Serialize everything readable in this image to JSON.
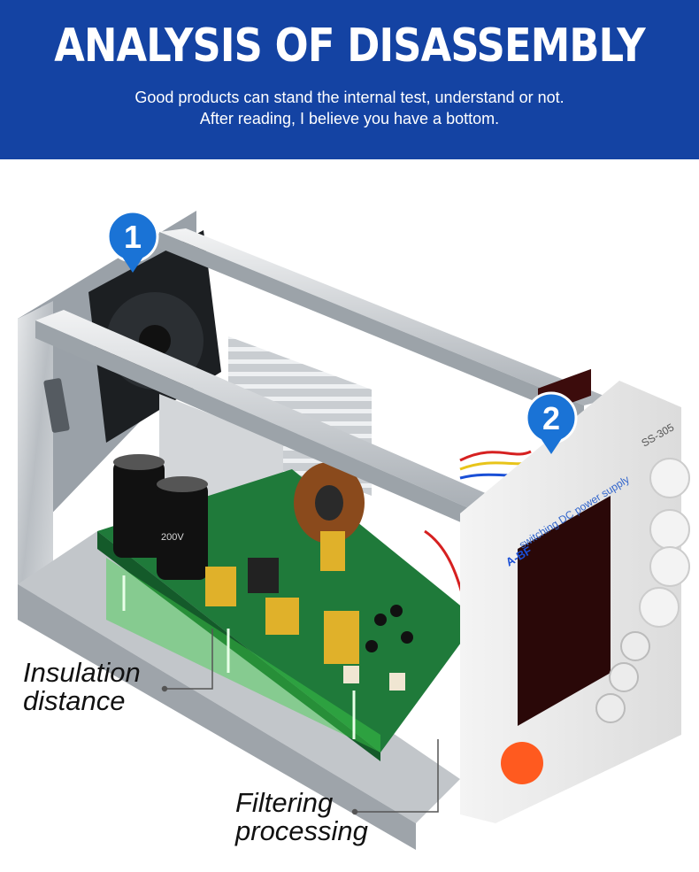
{
  "header": {
    "title": "ANALYSIS OF DISASSEMBLY",
    "subtitle_line1": "Good products can stand the internal test, understand or not.",
    "subtitle_line2": "After reading, I believe you have a bottom."
  },
  "badges": [
    {
      "number": "1"
    },
    {
      "number": "2"
    }
  ],
  "labels": {
    "insulation_line1": "Insulation",
    "insulation_line2": "distance",
    "filtering_line1": "Filtering",
    "filtering_line2": "processing"
  },
  "device": {
    "brand": "A-BF",
    "model": "SS-305",
    "panel_text": "switching DC power supply",
    "capacitor_text": "200V"
  },
  "colors": {
    "banner": "#1443a3",
    "badge": "#1a73d6",
    "pcb": "#1f7a3a",
    "highlight": "#3fd14a",
    "power_button": "#ff5a1f"
  }
}
